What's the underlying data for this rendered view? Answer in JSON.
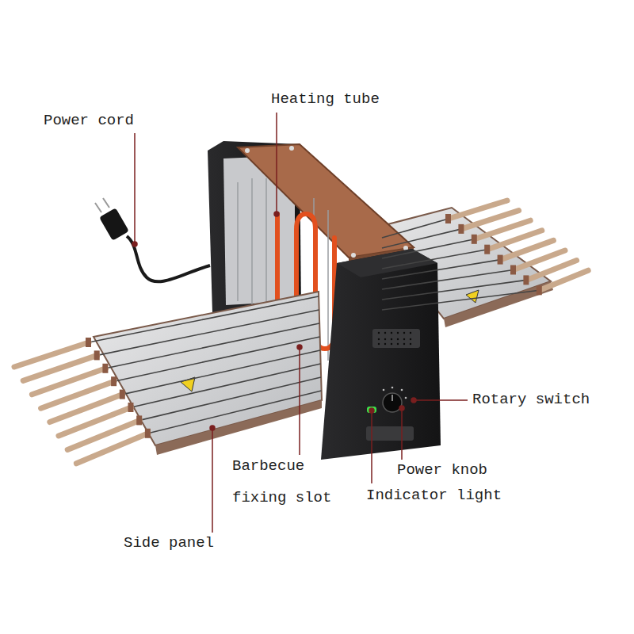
{
  "diagram": {
    "labels": [
      "Heating tube",
      "Power cord",
      "Rotary switch",
      "Barbecue fixing slot",
      "Power knob",
      "Indicator light",
      "Side panel"
    ]
  }
}
